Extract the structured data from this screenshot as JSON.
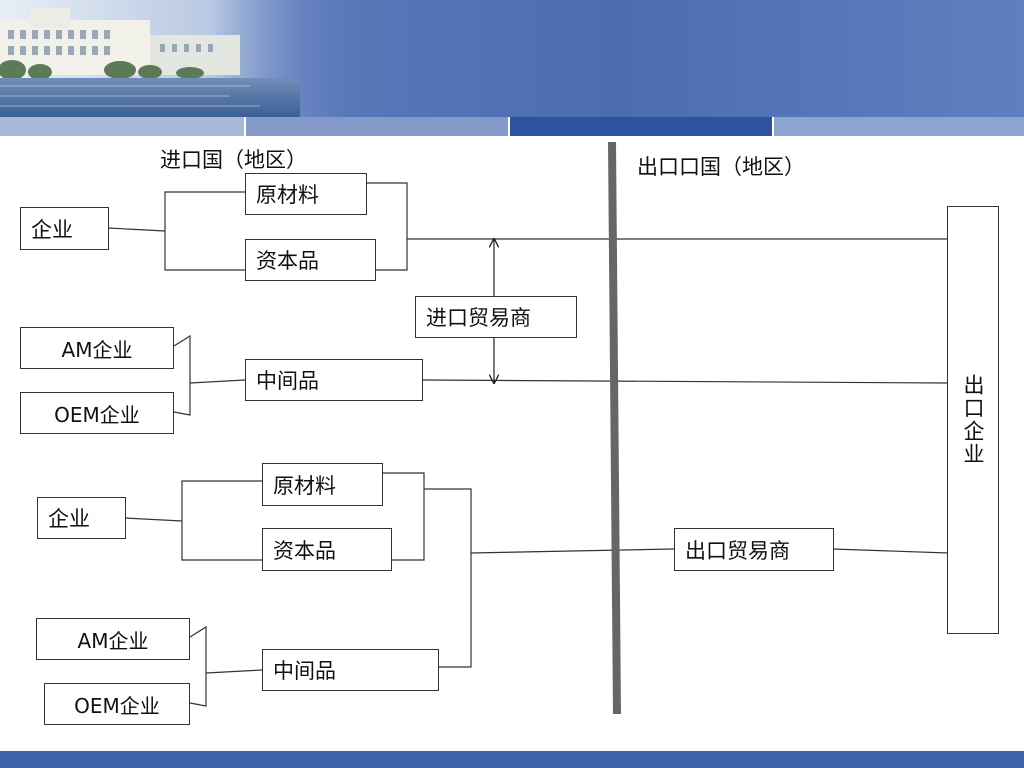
{
  "regions": {
    "import_country": "进口国（地区）",
    "export_country": "出口口国（地区）"
  },
  "top_group": {
    "enterprise": "企业",
    "raw_material": "原材料",
    "capital_goods": "资本品",
    "am_enterprise": "AM企业",
    "oem_enterprise": "OEM企业",
    "intermediate": "中间品",
    "import_trader": "进口贸易商"
  },
  "bottom_group": {
    "enterprise": "企业",
    "raw_material": "原材料",
    "capital_goods": "资本品",
    "am_enterprise": "AM企业",
    "oem_enterprise": "OEM企业",
    "intermediate": "中间品",
    "export_trader": "出口贸易商"
  },
  "export_enterprise": "出口企业",
  "colors": {
    "header_blue": "#4b6cb0",
    "stripe_light": "#9fb3da",
    "stripe_dark": "#2f52a0",
    "divider": "#666666",
    "line": "#333333"
  }
}
